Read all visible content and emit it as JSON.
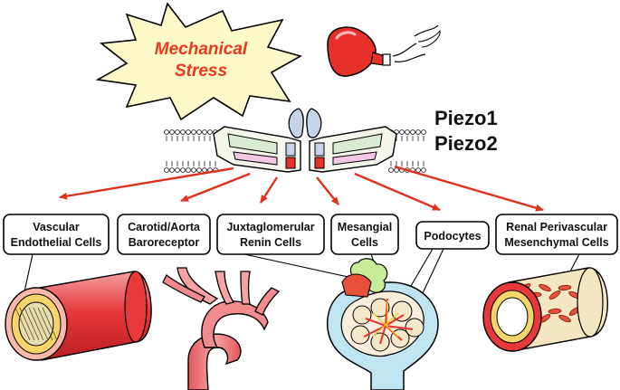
{
  "stress_label": {
    "line1": "Mechanical",
    "line2": "Stress"
  },
  "channels": {
    "piezo1": "Piezo1",
    "piezo2": "Piezo2"
  },
  "targets": [
    {
      "line1": "Vascular",
      "line2": "Endothelial Cells"
    },
    {
      "line1": "Carotid/Aorta",
      "line2": "Baroreceptor"
    },
    {
      "line1": "Juxtaglomerular",
      "line2": "Renin Cells"
    },
    {
      "line1": "Mesangial",
      "line2": "Cells"
    },
    {
      "line1": "Podocytes",
      "line2": ""
    },
    {
      "line1": "Renal Perivascular",
      "line2": "Mesenchymal Cells"
    }
  ],
  "colors": {
    "stress_text": "#e8381e",
    "starburst_fill": "#fdf9c8",
    "arrow": "#e0301e",
    "vessel_pink": "#f27a7e",
    "balloon_red": "#e8302a",
    "piezo_blue": "#c6d4e8",
    "piezo_green": "#d8ecd4"
  },
  "icons": [
    "starburst-icon",
    "inflating-balloon-icon",
    "piezo-channel-icon",
    "blood-vessel-icon",
    "aortic-arch-icon",
    "glomerulus-icon",
    "perivascular-vessel-icon"
  ]
}
